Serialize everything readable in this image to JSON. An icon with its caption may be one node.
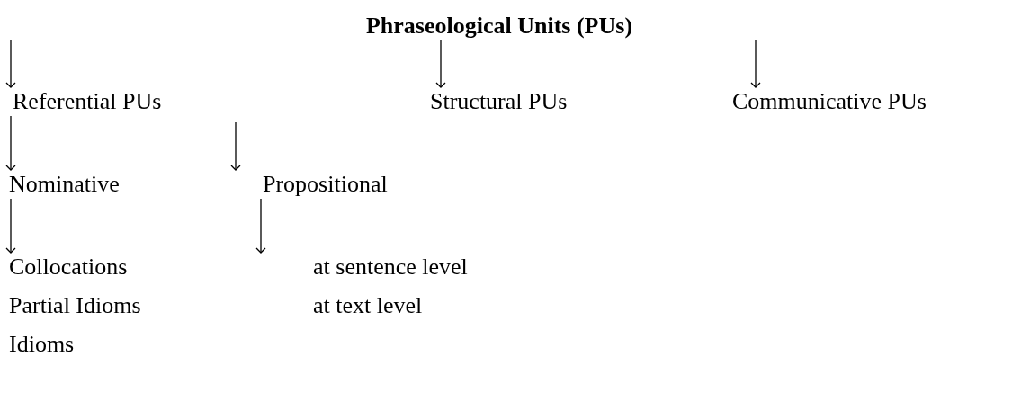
{
  "diagram": {
    "nodes": [
      {
        "text": [
          "Phraseological Units (PUs)"
        ]
      },
      {
        "text": [
          "Referential PUs"
        ]
      },
      {
        "text": [
          "Structural PUs"
        ]
      },
      {
        "text": [
          "Communicative PUs"
        ]
      },
      {
        "text": [
          "Nominative"
        ]
      },
      {
        "text": [
          "Propositional"
        ]
      },
      {
        "text": [
          "Collocations"
        ]
      },
      {
        "text": [
          "Partial Idioms"
        ]
      },
      {
        "text": [
          "Idioms"
        ]
      },
      {
        "text": [
          "at sentence level"
        ]
      },
      {
        "text": [
          "at text level"
        ]
      }
    ],
    "edges": [
      {
        "from": null,
        "to": 1,
        "arrow": "to"
      },
      {
        "from": 0,
        "to": 2,
        "arrow": "to"
      },
      {
        "from": null,
        "to": 3,
        "arrow": "to"
      },
      {
        "from": 1,
        "to": 4,
        "arrow": "to"
      },
      {
        "from": null,
        "to": 5,
        "arrow": "to"
      },
      {
        "from": 4,
        "to": 6,
        "arrow": "to"
      },
      {
        "from": 5,
        "to": 9,
        "arrow": "to"
      }
    ]
  }
}
